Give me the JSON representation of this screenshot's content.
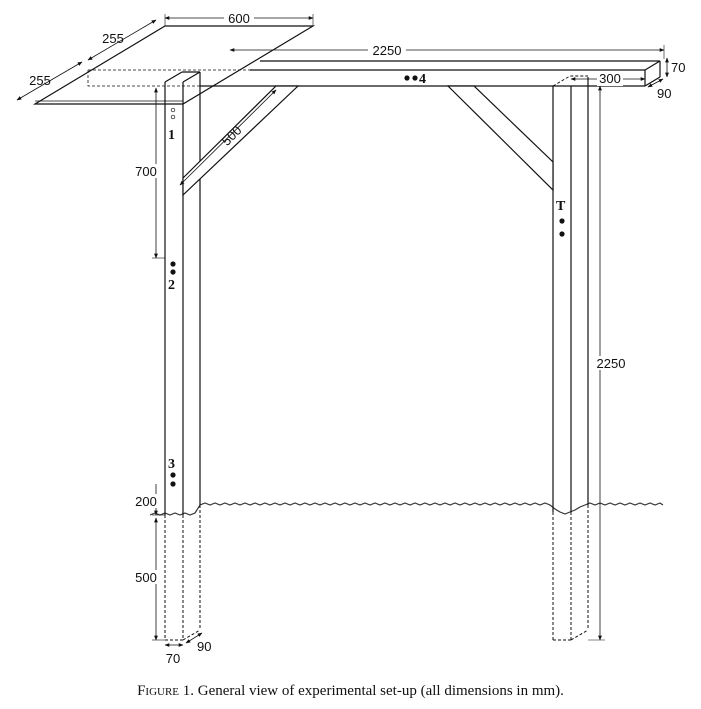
{
  "dimensions": {
    "plate_width": "600",
    "plate_depth_top": "255",
    "plate_depth_left": "255",
    "beam_length": "2250",
    "beam_height": "70",
    "beam_width": "90",
    "overhang": "300",
    "brace": "500",
    "upper_post": "700",
    "post_height": "2250",
    "ground_gap": "200",
    "embed_depth": "500",
    "post_thickness": "70",
    "post_width": "90"
  },
  "markers": {
    "m1": "1",
    "m2": "2",
    "m3": "3",
    "m4": "4",
    "mT": "T"
  },
  "caption": {
    "label": "Figure",
    "number": "1.",
    "text": "General view of experimental set-up (all dimensions in mm)."
  }
}
